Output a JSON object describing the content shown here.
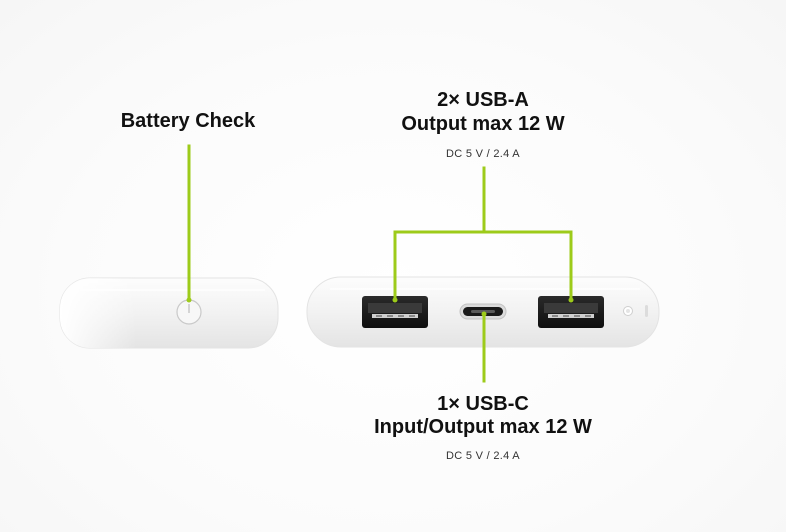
{
  "labels": {
    "battery_check": "Battery Check",
    "usb_a_count": "2× USB-A",
    "usb_a_output": "Output max 12 W",
    "usb_a_spec": "DC 5 V / 2.4 A",
    "usb_c_count": "1× USB-C",
    "usb_c_output": "Input/Output max 12 W",
    "usb_c_spec": "DC 5 V / 2.4 A"
  },
  "colors": {
    "accent_line": "#9dcb1a",
    "device_body": "#f3f3f3",
    "port_dark": "#1e1e1e"
  }
}
